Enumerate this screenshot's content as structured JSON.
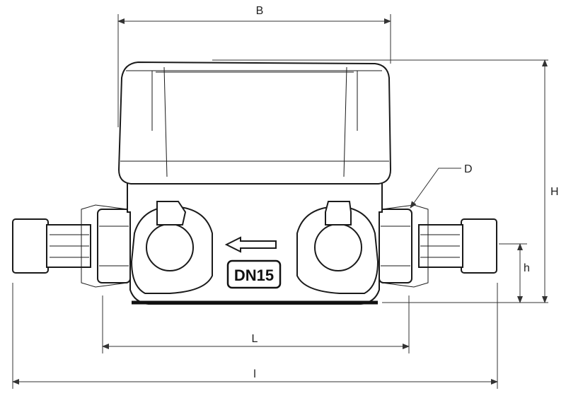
{
  "diagram": {
    "title": "Water meter dimension drawing",
    "dimensions": {
      "B": "B",
      "D": "D",
      "H": "H",
      "h": "h",
      "L": "L",
      "l": "l"
    },
    "marking": "DN15",
    "colors": {
      "line": "#1a1a1a",
      "background": "#ffffff"
    }
  }
}
